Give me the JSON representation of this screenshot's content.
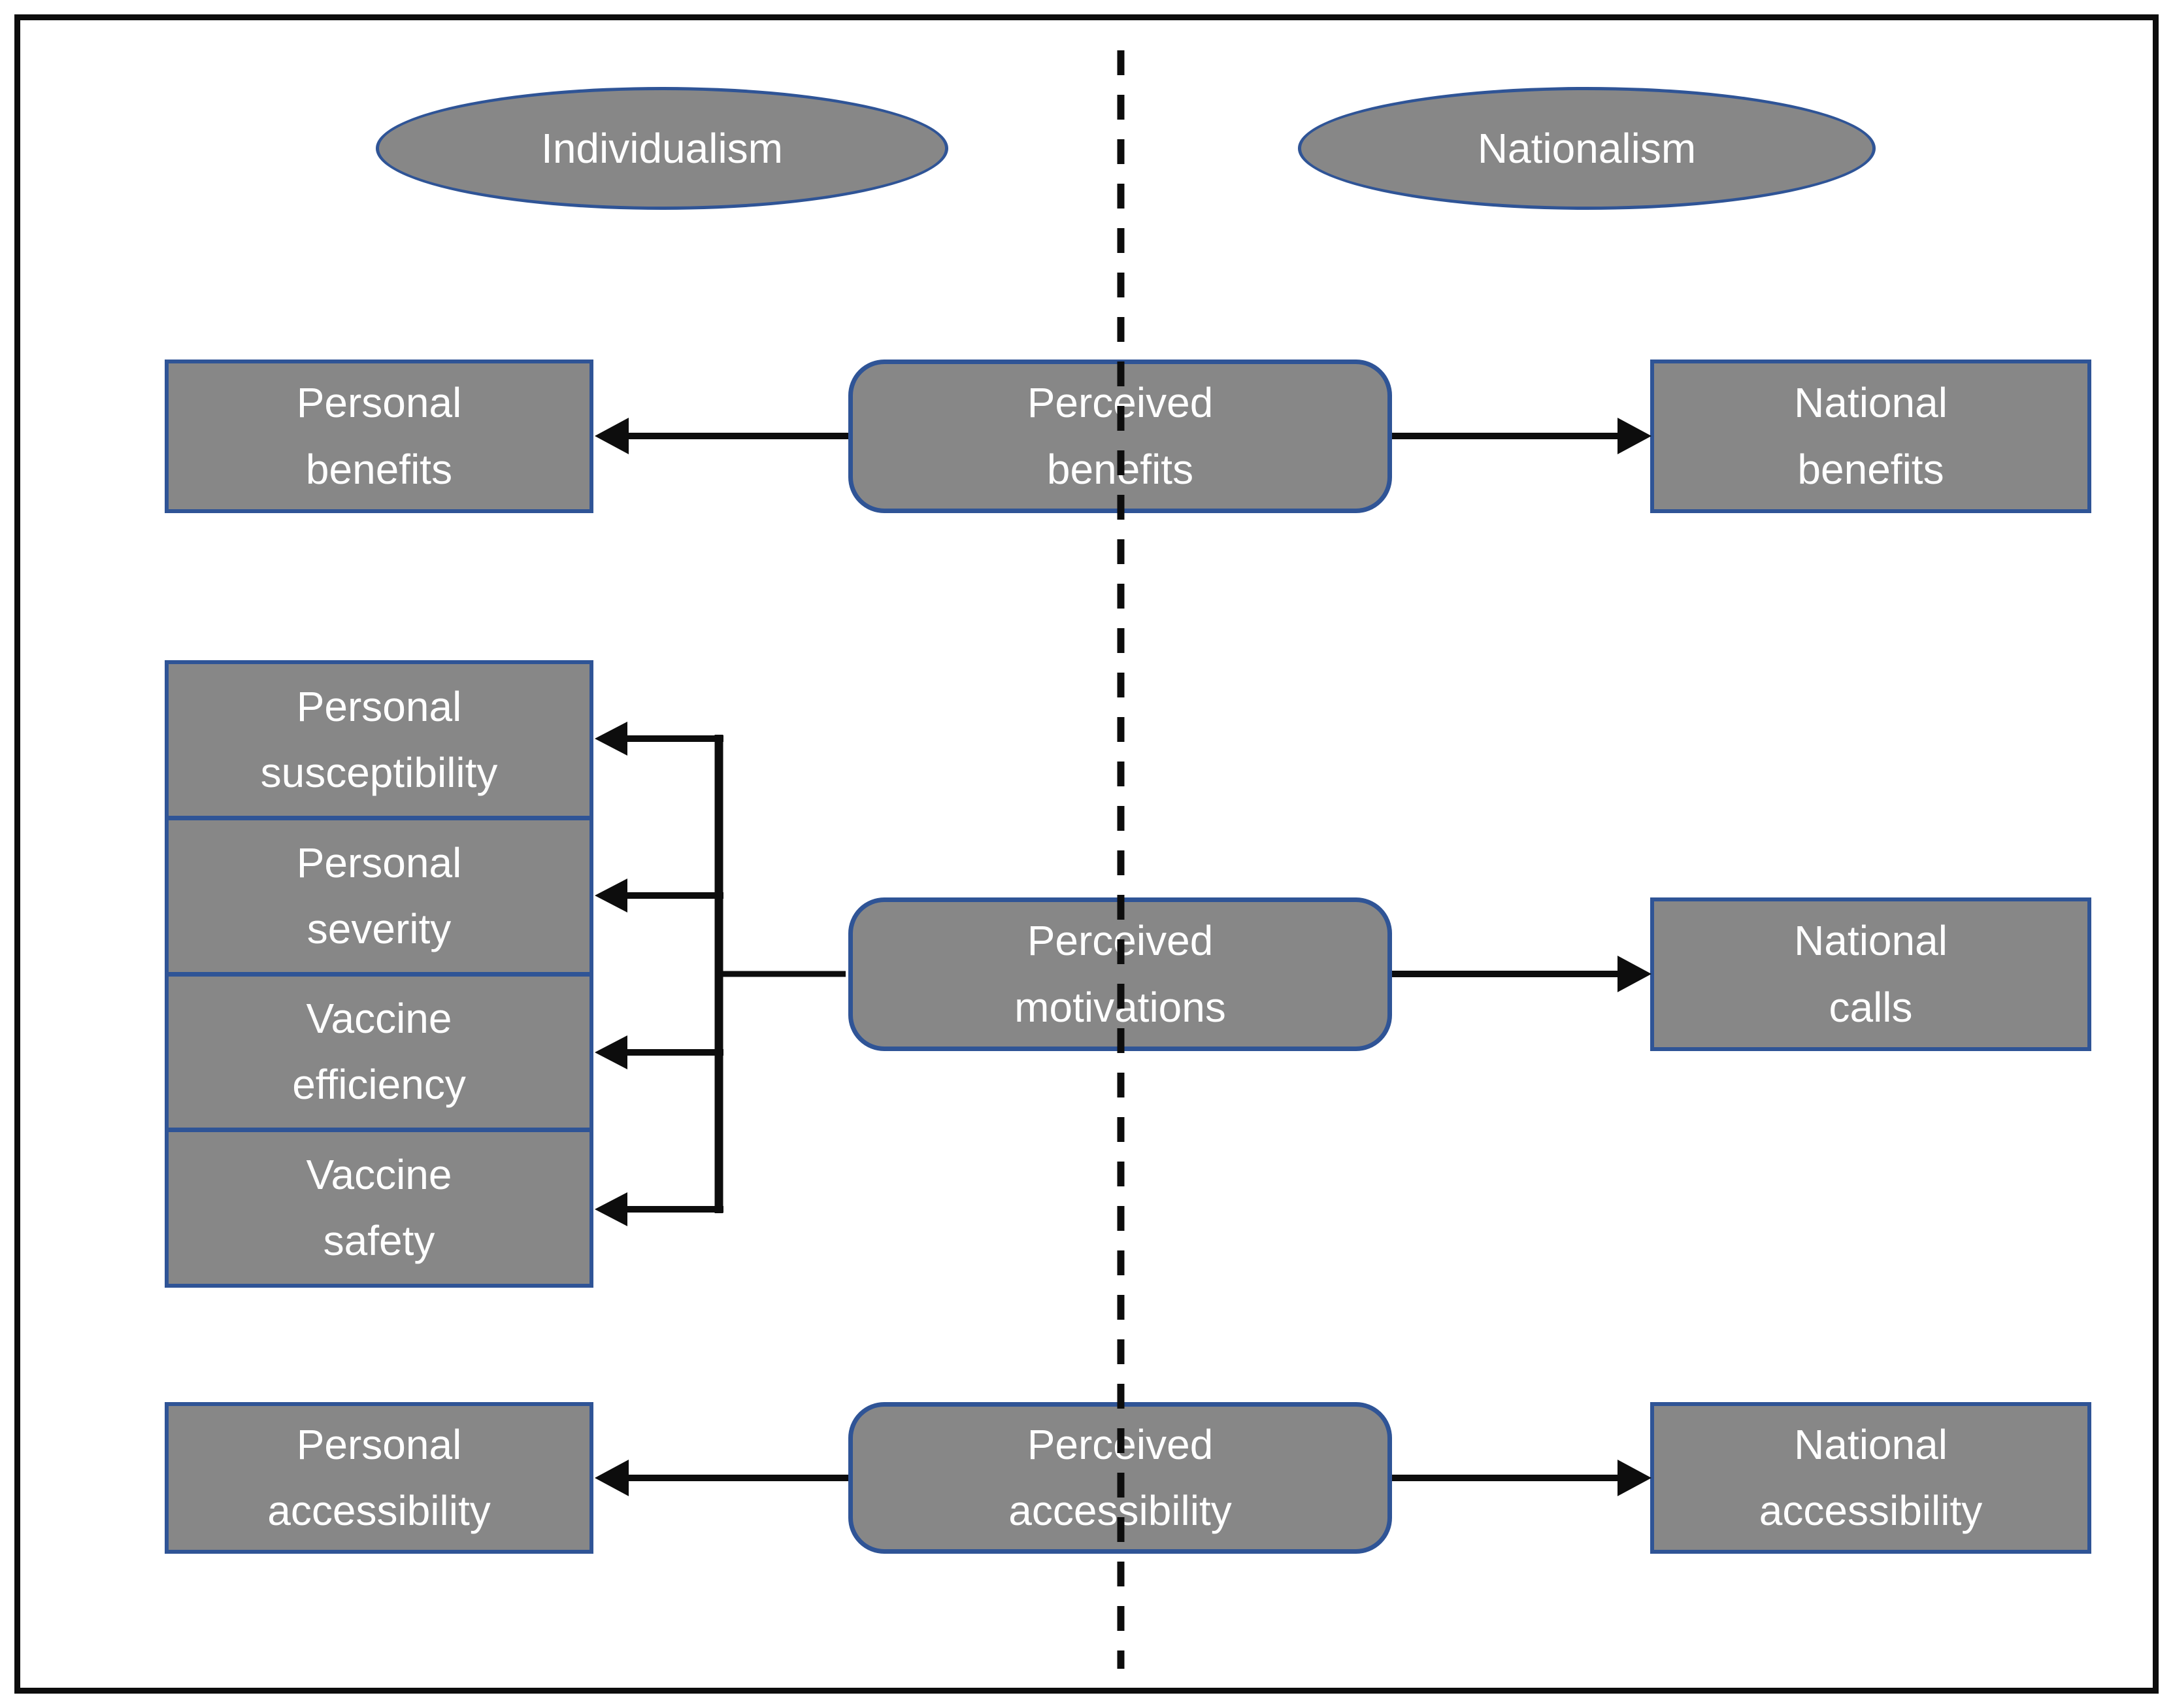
{
  "colors": {
    "accent": "#2f5496",
    "boxFill": "#878787",
    "line": "#0d0d0d",
    "text": "#ffffff",
    "page": "#ffffff"
  },
  "headers": {
    "left": "Individualism",
    "right": "Nationalism"
  },
  "row_benefits": {
    "left": {
      "line1": "Personal",
      "line2": "benefits"
    },
    "center": {
      "line1": "Perceived",
      "line2": "benefits"
    },
    "right": {
      "line1": "National",
      "line2": "benefits"
    }
  },
  "row_motivations": {
    "factors": [
      {
        "line1": "Personal",
        "line2": "susceptibility"
      },
      {
        "line1": "Personal",
        "line2": "severity"
      },
      {
        "line1": "Vaccine",
        "line2": "efficiency"
      },
      {
        "line1": "Vaccine",
        "line2": "safety"
      }
    ],
    "center": {
      "line1": "Perceived",
      "line2": "motivations"
    },
    "right": {
      "line1": "National",
      "line2": "calls"
    }
  },
  "row_accessibility": {
    "left": {
      "line1": "Personal",
      "line2": "accessibility"
    },
    "center": {
      "line1": "Perceived",
      "line2": "accessibility"
    },
    "right": {
      "line1": "National",
      "line2": "accessibility"
    }
  }
}
